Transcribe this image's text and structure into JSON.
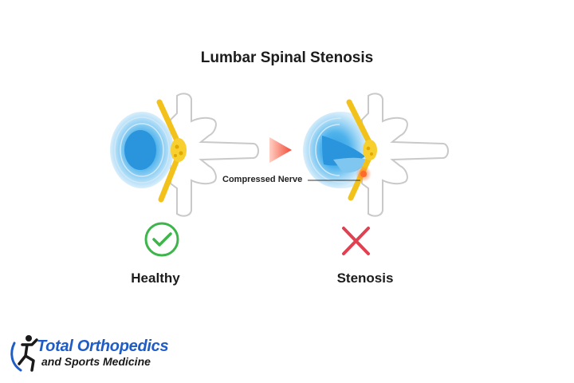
{
  "diagram": {
    "title": "Lumbar Spinal Stenosis",
    "healthy_label": "Healthy",
    "stenosis_label": "Stenosis",
    "nerve_callout": "Compressed Nerve"
  },
  "logo": {
    "line1": "Total Orthopedics",
    "line2": "and Sports Medicine"
  },
  "colors": {
    "disc_blue": "#3aa6e6",
    "nerve_yellow": "#f2c21b",
    "check_green": "#3db54a",
    "cross_red": "#e04050",
    "arrow_red": "#f25c4a",
    "brand_blue": "#1f5cc4"
  },
  "icons": {
    "healthy_status": "check-circle-icon",
    "stenosis_status": "cross-icon",
    "progression": "arrow-right-icon"
  }
}
